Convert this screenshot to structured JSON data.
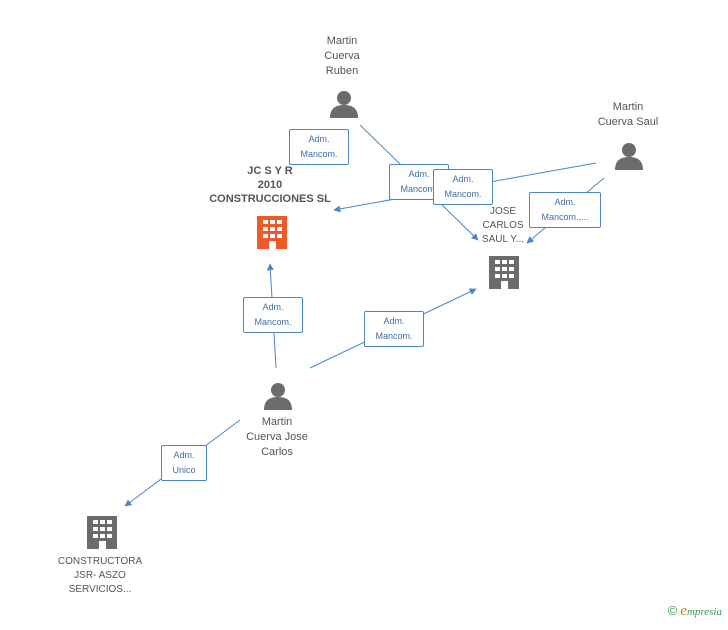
{
  "nodes": {
    "ruben": {
      "lines": [
        "Martin",
        "Cuerva",
        "Ruben"
      ]
    },
    "saul": {
      "lines": [
        "Martin",
        "Cuerva Saul"
      ]
    },
    "jose_carlos": {
      "lines": [
        "Martin",
        "Cuerva Jose",
        "Carlos"
      ]
    },
    "jcsyr": {
      "lines": [
        "JC S Y R",
        "2010",
        "CONSTRUCCIONES SL"
      ]
    },
    "jose_carlos_saul": {
      "lines": [
        "JOSE",
        "CARLOS",
        "SAUL Y..."
      ]
    },
    "constructora": {
      "lines": [
        "CONSTRUCTORA",
        "JSR- ASZO",
        "SERVICIOS..."
      ]
    }
  },
  "relations": [
    {
      "lines": [
        "Adm.",
        "Mancom."
      ]
    },
    {
      "lines": [
        "Adm.",
        "Mancom."
      ]
    },
    {
      "lines": [
        "Adm.",
        "Mancom."
      ]
    },
    {
      "lines": [
        "Adm.",
        "Mancom.,..."
      ]
    },
    {
      "lines": [
        "Adm.",
        "Mancom."
      ]
    },
    {
      "lines": [
        "Adm.",
        "Mancom."
      ]
    },
    {
      "lines": [
        "Adm.",
        "Unico"
      ]
    }
  ],
  "colors": {
    "line": "#4a86c8",
    "person": "#6b6b6b",
    "company": "#6b6b6b",
    "main_company": "#f05a28"
  },
  "icons": {
    "person": "person-icon",
    "company": "building-icon"
  },
  "footer": {
    "copyright": "©",
    "brand_initial": "e",
    "brand_rest": "mpresia"
  }
}
